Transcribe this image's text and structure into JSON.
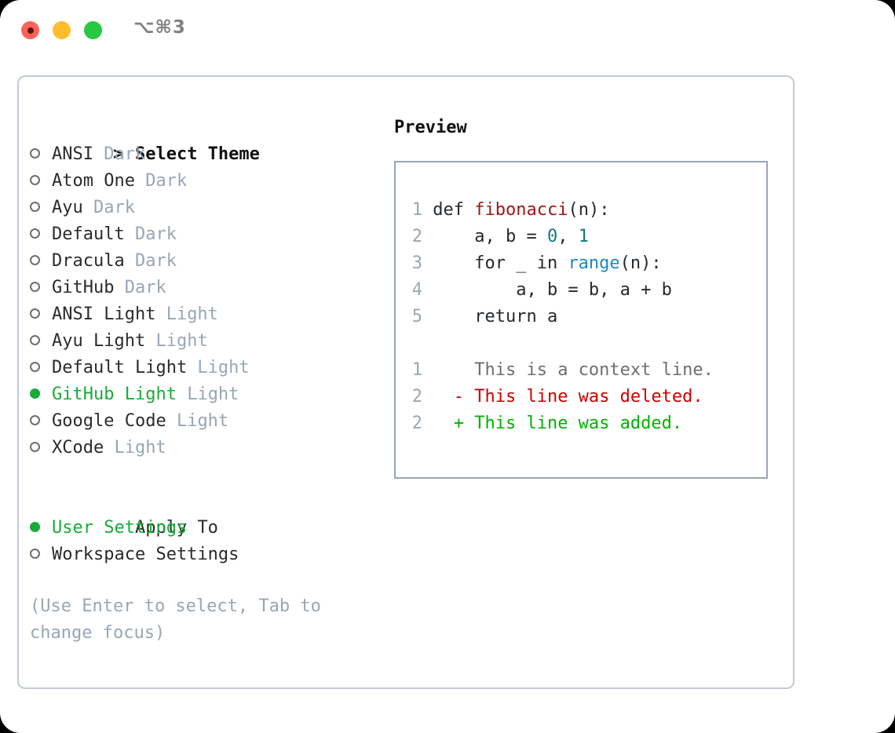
{
  "titlebar": {
    "title": "⌥⌘3",
    "buttons": [
      {
        "name": "close",
        "color": "#ff6159"
      },
      {
        "name": "minimize",
        "color": "#ffbd2e"
      },
      {
        "name": "maximize",
        "color": "#28c840"
      }
    ]
  },
  "theme_picker": {
    "header_marker": ">",
    "header": "Select Theme",
    "items": [
      {
        "label": "ANSI",
        "tag": "Dark",
        "selected": false
      },
      {
        "label": "Atom One",
        "tag": "Dark",
        "selected": false
      },
      {
        "label": "Ayu",
        "tag": "Dark",
        "selected": false
      },
      {
        "label": "Default",
        "tag": "Dark",
        "selected": false
      },
      {
        "label": "Dracula",
        "tag": "Dark",
        "selected": false
      },
      {
        "label": "GitHub",
        "tag": "Dark",
        "selected": false
      },
      {
        "label": "ANSI Light",
        "tag": "Light",
        "selected": false
      },
      {
        "label": "Ayu Light",
        "tag": "Light",
        "selected": false
      },
      {
        "label": "Default Light",
        "tag": "Light",
        "selected": false
      },
      {
        "label": "GitHub Light",
        "tag": "Light",
        "selected": true
      },
      {
        "label": "Google Code",
        "tag": "Light",
        "selected": false
      },
      {
        "label": "XCode",
        "tag": "Light",
        "selected": false
      }
    ]
  },
  "apply_to": {
    "header": "Apply To",
    "items": [
      {
        "label": "User Settings",
        "selected": true
      },
      {
        "label": "Workspace Settings",
        "selected": false
      }
    ]
  },
  "hint": "(Use Enter to select, Tab to change focus)",
  "preview": {
    "title": "Preview",
    "code_lines": [
      {
        "num": "1",
        "segments": [
          {
            "text": "def ",
            "kind": "plain"
          },
          {
            "text": "fibonacci",
            "kind": "function"
          },
          {
            "text": "(n):",
            "kind": "plain"
          }
        ]
      },
      {
        "num": "2",
        "segments": [
          {
            "text": "    a, b = ",
            "kind": "plain"
          },
          {
            "text": "0",
            "kind": "number"
          },
          {
            "text": ", ",
            "kind": "plain"
          },
          {
            "text": "1",
            "kind": "number"
          }
        ]
      },
      {
        "num": "3",
        "segments": [
          {
            "text": "    for _ in ",
            "kind": "plain"
          },
          {
            "text": "range",
            "kind": "call"
          },
          {
            "text": "(n):",
            "kind": "plain"
          }
        ]
      },
      {
        "num": "4",
        "segments": [
          {
            "text": "        a, b = b, a + b",
            "kind": "plain"
          }
        ]
      },
      {
        "num": "5",
        "segments": [
          {
            "text": "    return a",
            "kind": "plain"
          }
        ]
      }
    ],
    "diff_lines": [
      {
        "num": "1",
        "sign": " ",
        "text": "This is a context line.",
        "kind": "context"
      },
      {
        "num": "2",
        "sign": "-",
        "text": "This line was deleted.",
        "kind": "deleted"
      },
      {
        "num": "2",
        "sign": "+",
        "text": "This line was added.",
        "kind": "added"
      }
    ]
  },
  "colors": {
    "accent_green": "#18ab38",
    "muted": "#9aa6b4",
    "panel_border": "#c2cbd6",
    "preview_border": "#9aa6b4",
    "syntax_function": "#a31515",
    "syntax_number": "#0f7b7b",
    "syntax_call": "#1a8ac0",
    "diff_deleted": "#cc0000",
    "diff_added": "#00b200"
  }
}
